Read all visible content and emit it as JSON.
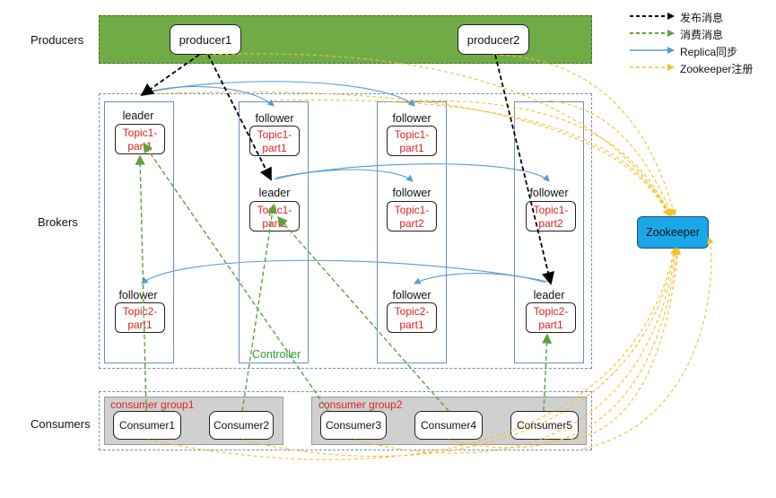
{
  "rows": {
    "producers": "Producers",
    "brokers": "Brokers",
    "consumers": "Consumers"
  },
  "producers": [
    {
      "label": "producer1"
    },
    {
      "label": "producer2"
    }
  ],
  "brokers": [
    {
      "roles": [
        "leader",
        "follower"
      ],
      "parts": [
        [
          "Topic1-",
          "part1"
        ],
        [
          "Topic2-",
          "part1"
        ]
      ]
    },
    {
      "roles": [
        "follower",
        "leader"
      ],
      "parts": [
        [
          "Topic1-",
          "part1"
        ],
        [
          "Topic1-",
          "part2"
        ]
      ]
    },
    {
      "roles": [
        "follower",
        "follower",
        "follower"
      ],
      "parts": [
        [
          "Topic1-",
          "part1"
        ],
        [
          "Topic1-",
          "part2"
        ],
        [
          "Topic2-",
          "part1"
        ]
      ]
    },
    {
      "roles": [
        "follower",
        "leader"
      ],
      "parts": [
        [
          "Topic1-",
          "part2"
        ],
        [
          "Topic2-",
          "part1"
        ]
      ]
    }
  ],
  "controller": "Controller",
  "consumer_groups": [
    {
      "label": "consumer group1",
      "members": [
        "Consumer1",
        "Consumer2"
      ]
    },
    {
      "label": "consumer group2",
      "members": [
        "Consumer3",
        "Consumer4",
        "Consumer5"
      ]
    }
  ],
  "zookeeper": "Zookeeper",
  "legend": [
    {
      "label": "发布消息",
      "color": "#000000",
      "style": "dashed"
    },
    {
      "label": "消费消息",
      "color": "#5aa33a",
      "style": "dashed"
    },
    {
      "label": "Replica同步",
      "color": "#5b9bd5",
      "style": "solid"
    },
    {
      "label": "Zookeeper注册",
      "color": "#f2c12e",
      "style": "dashed"
    }
  ]
}
